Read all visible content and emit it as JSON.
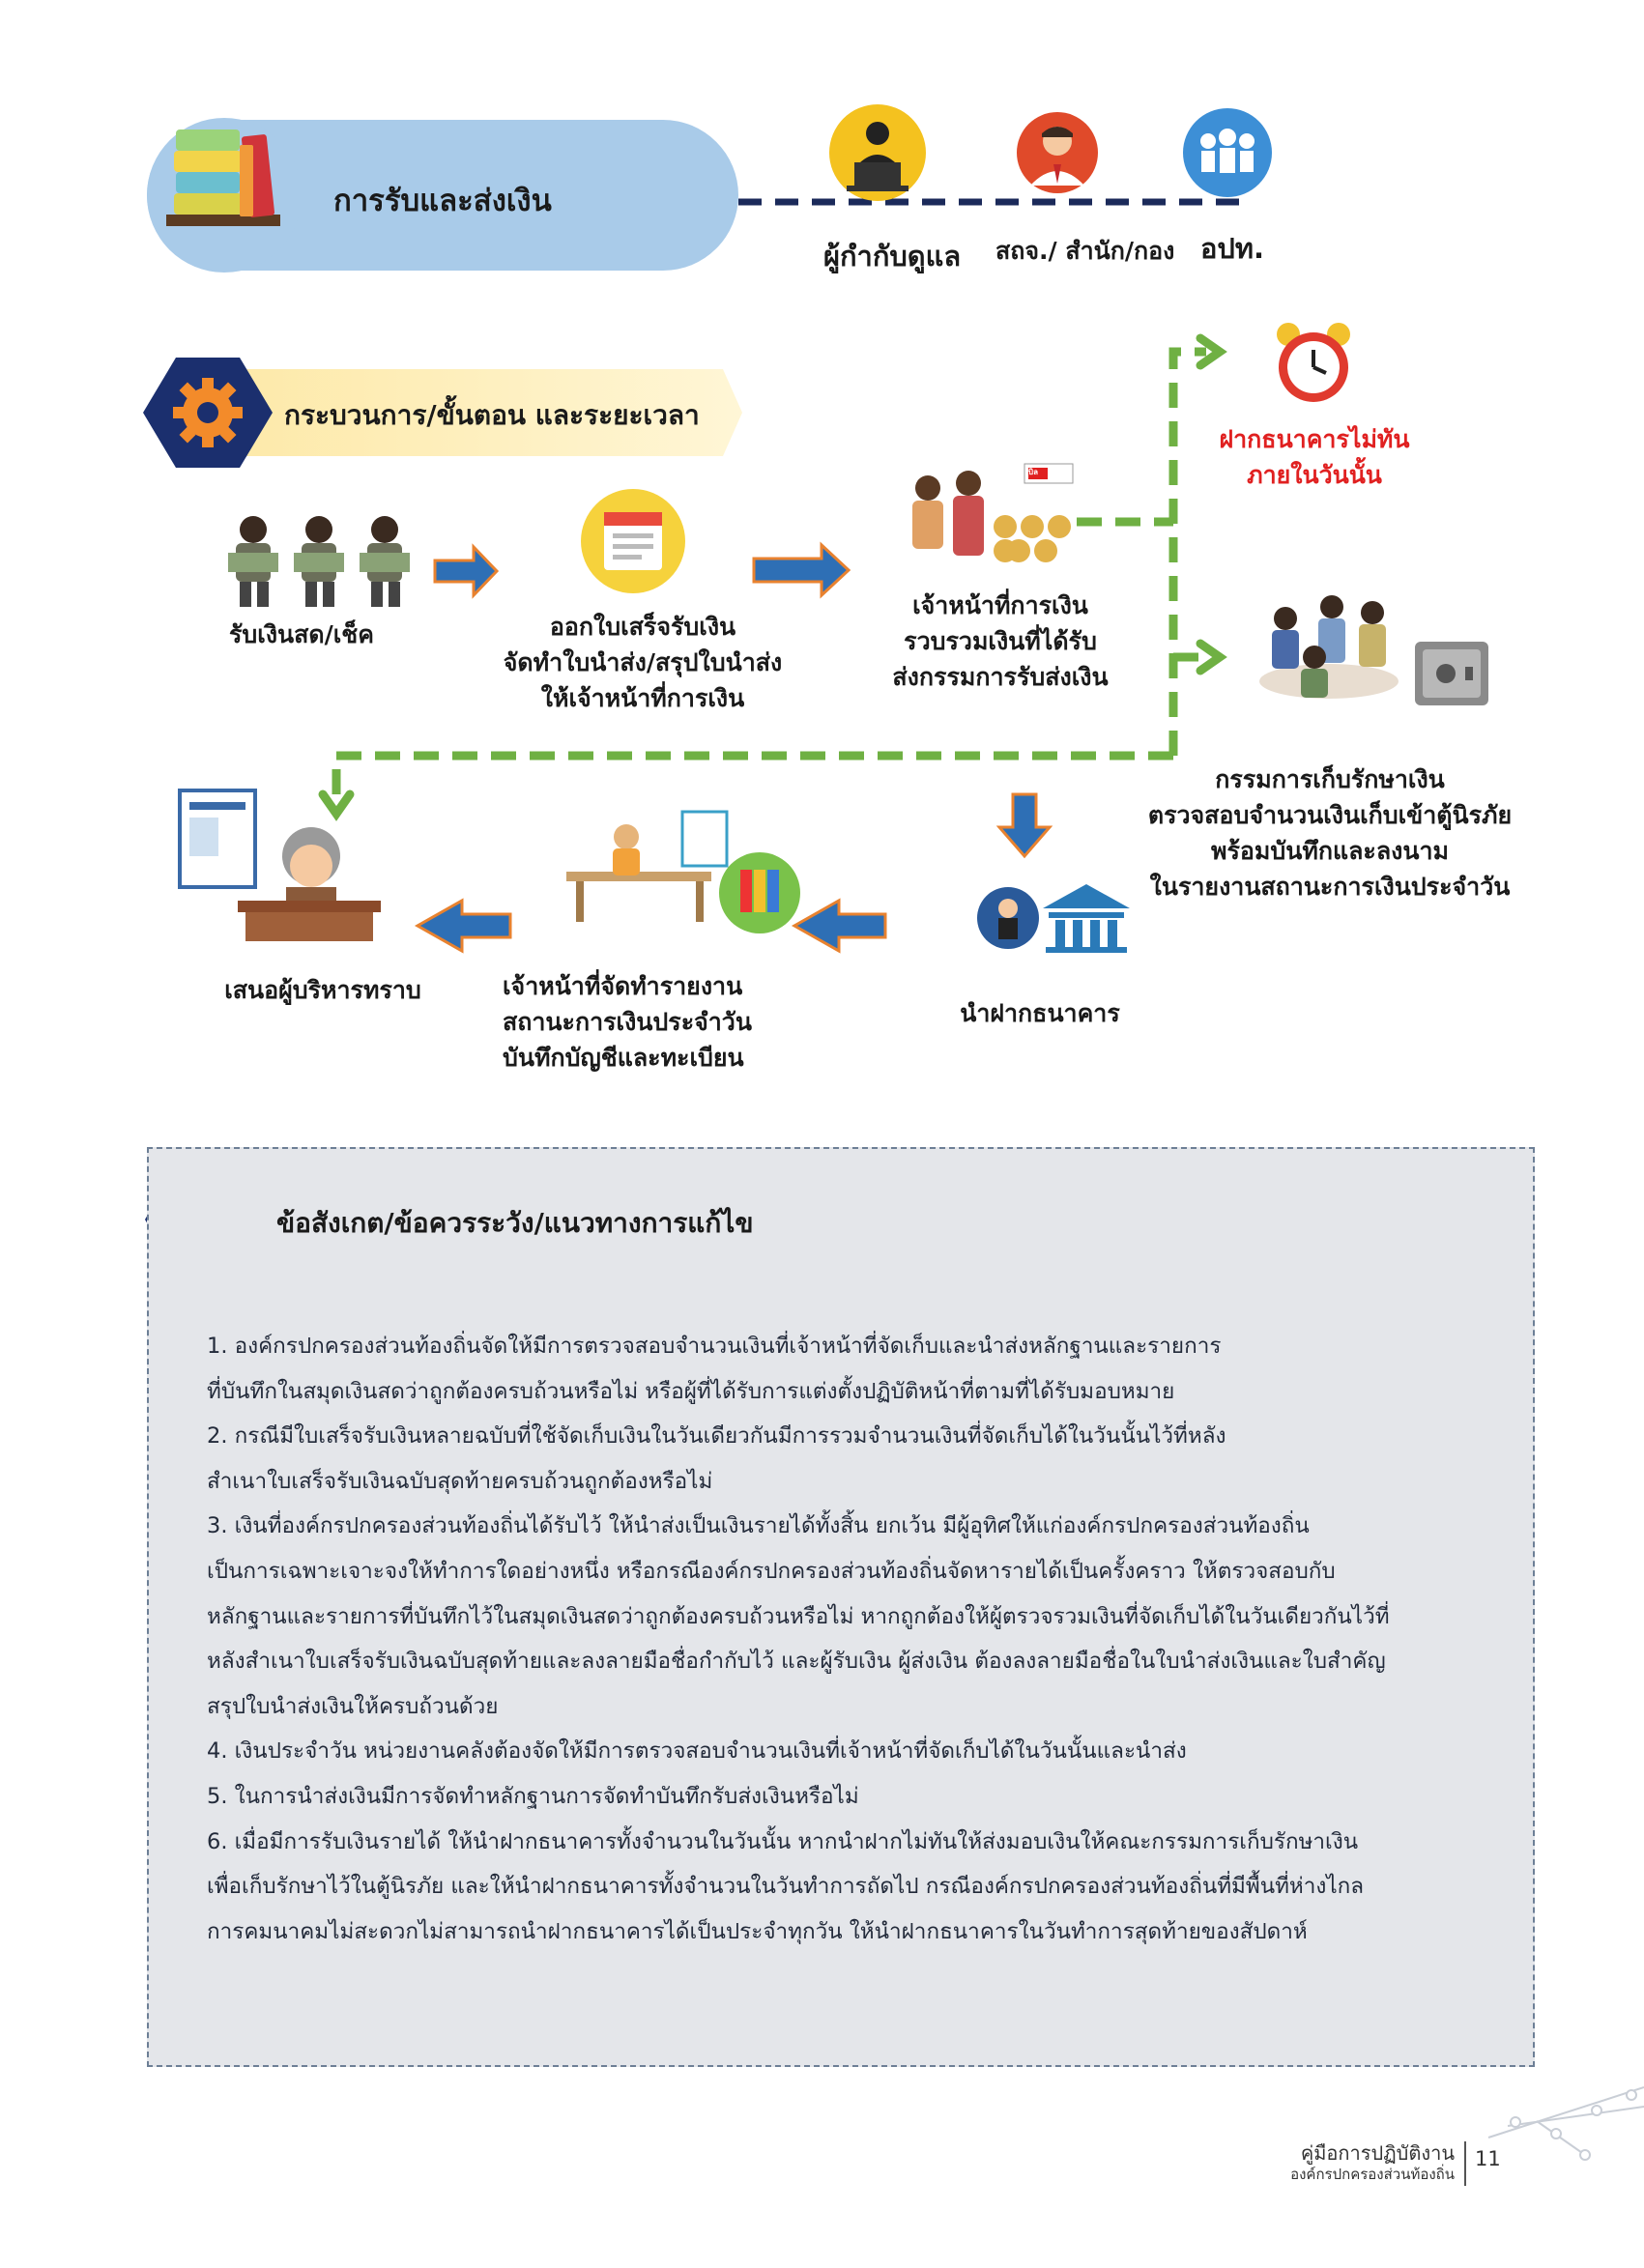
{
  "header": {
    "title": "การรับและส่งเงิน",
    "roles": [
      "ผู้กำกับดูแล",
      "สถจ./ สำนัก/กอง",
      "อปท."
    ]
  },
  "process": {
    "title": "กระบวนการ/ขั้นตอน และระยะเวลา",
    "steps": {
      "receive": "รับเงินสด/เช็ค",
      "receipt": [
        "ออกใบเสร็จรับเงิน",
        "จัดทำใบนำส่ง/สรุปใบนำส่ง",
        "ให้เจ้าหน้าที่การเงิน"
      ],
      "collect": [
        "เจ้าหน้าที่การเงิน",
        "รวบรวมเงินที่ได้รับ",
        "ส่งกรรมการรับส่งเงิน"
      ],
      "late": [
        "ฝากธนาคารไม่ทัน",
        "ภายในวันนั้น"
      ],
      "committee": [
        "กรรมการเก็บรักษาเงิน",
        "ตรวจสอบจำนวนเงินเก็บเข้าตู้นิรภัย",
        "พร้อมบันทึกและลงนาม",
        "ในรายงานสถานะการเงินประจำวัน"
      ],
      "deposit": "นำฝากธนาคาร",
      "report": [
        "เจ้าหน้าที่จัดทำรายงาน",
        "สถานะการเงินประจำวัน",
        "บันทึกบัญชีและทะเบียน"
      ],
      "present": "เสนอผู้บริหารทราบ"
    },
    "badge_text": "บิล",
    "colors": {
      "arrow_blue": "#2e6fb5",
      "arrow_outline": "#e8822f",
      "dash_green": "#6fb043",
      "late_red": "#e02020"
    }
  },
  "notes": {
    "title": "ข้อสังเกต/ข้อควรระวัง/แนวทางการแก้ไข",
    "lines": [
      "1. องค์กรปกครองส่วนท้องถิ่นจัดให้มีการตรวจสอบจำนวนเงินที่เจ้าหน้าที่จัดเก็บและนำส่งหลักฐานและรายการ",
      "ที่บันทึกในสมุดเงินสดว่าถูกต้องครบถ้วนหรือไม่ หรือผู้ที่ได้รับการแต่งตั้งปฏิบัติหน้าที่ตามที่ได้รับมอบหมาย",
      "2. กรณีมีใบเสร็จรับเงินหลายฉบับที่ใช้จัดเก็บเงินในวันเดียวกันมีการรวมจำนวนเงินที่จัดเก็บได้ในวันนั้นไว้ที่หลัง",
      "สำเนาใบเสร็จรับเงินฉบับสุดท้ายครบถ้วนถูกต้องหรือไม่",
      "3. เงินที่องค์กรปกครองส่วนท้องถิ่นได้รับไว้ ให้นำส่งเป็นเงินรายได้ทั้งสิ้น ยกเว้น มีผู้อุทิศให้แก่องค์กรปกครองส่วนท้องถิ่น",
      "เป็นการเฉพาะเจาะจงให้ทำการใดอย่างหนึ่ง หรือกรณีองค์กรปกครองส่วนท้องถิ่นจัดหารายได้เป็นครั้งคราว ให้ตรวจสอบกับ",
      "หลักฐานและรายการที่บันทึกไว้ในสมุดเงินสดว่าถูกต้องครบถ้วนหรือไม่ หากถูกต้องให้ผู้ตรวจรวมเงินที่จัดเก็บได้ในวันเดียวกันไว้ที่",
      "หลังสำเนาใบเสร็จรับเงินฉบับสุดท้ายและลงลายมือชื่อกำกับไว้ และผู้รับเงิน ผู้ส่งเงิน ต้องลงลายมือชื่อในใบนำส่งเงินและใบสำคัญ",
      "สรุปใบนำส่งเงินให้ครบถ้วนด้วย",
      "4. เงินประจำวัน หน่วยงานคลังต้องจัดให้มีการตรวจสอบจำนวนเงินที่เจ้าหน้าที่จัดเก็บได้ในวันนั้นและนำส่ง",
      "5. ในการนำส่งเงินมีการจัดทำหลักฐานการจัดทำบันทึกรับส่งเงินหรือไม่",
      "6. เมื่อมีการรับเงินรายได้ ให้นำฝากธนาคารทั้งจำนวนในวันนั้น หากนำฝากไม่ทันให้ส่งมอบเงินให้คณะกรรมการเก็บรักษาเงิน",
      "เพื่อเก็บรักษาไว้ในตู้นิรภัย และให้นำฝากธนาคารทั้งจำนวนในวันทำการถัดไป กรณีองค์กรปกครองส่วนท้องถิ่นที่มีพื้นที่ห่างไกล",
      "การคมนาคมไม่สะดวกไม่สามารถนำฝากธนาคารได้เป็นประจำทุกวัน ให้นำฝากธนาคารในวันทำการสุดท้ายของสัปดาห์"
    ]
  },
  "footer": {
    "line1": "คู่มือการปฏิบัติงาน",
    "line2": "องค์กรปกครองส่วนท้องถิ่น",
    "page": "11"
  }
}
